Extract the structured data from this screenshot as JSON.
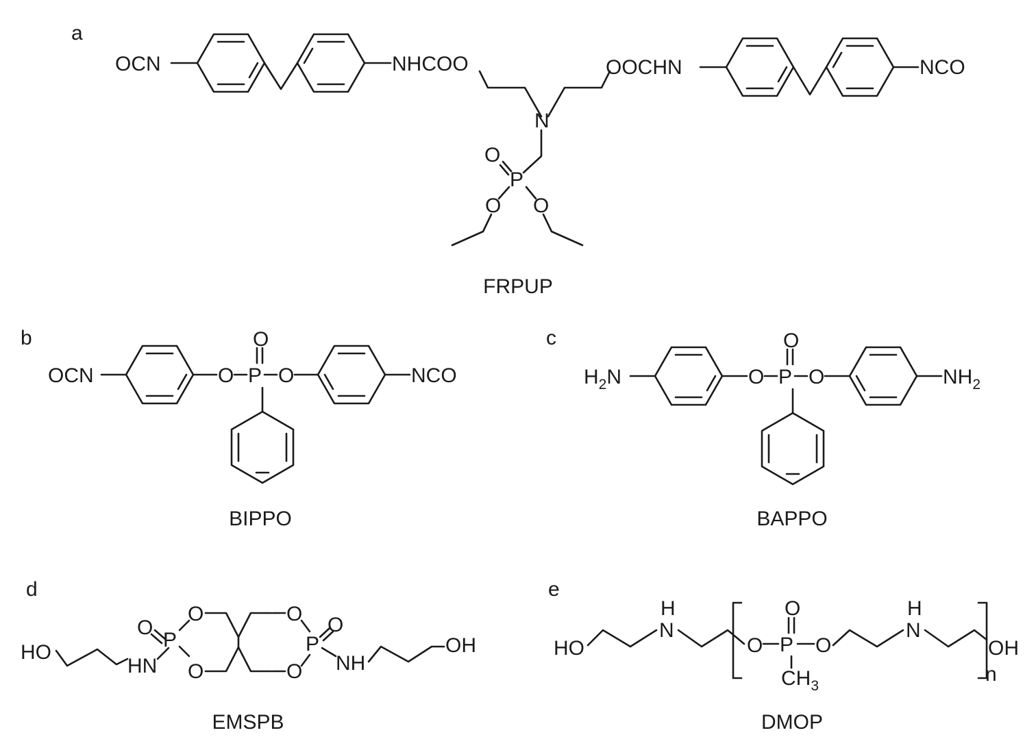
{
  "panels": [
    {
      "letter": "a",
      "caption": "FRPUP"
    },
    {
      "letter": "b",
      "caption": "BIPPO"
    },
    {
      "letter": "c",
      "caption": "BAPPO"
    },
    {
      "letter": "d",
      "caption": "EMSPB"
    },
    {
      "letter": "e",
      "caption": "DMOP"
    }
  ],
  "atoms": {
    "a": {
      "left_end": "OCN",
      "left_link": "NHCOO",
      "right_link": "OOCHN",
      "right_end": "NCO",
      "amine": "N",
      "phosphorus": "P",
      "oxygen": "O"
    },
    "b": {
      "left_end": "OCN",
      "right_end": "NCO",
      "phosphorus": "P",
      "oxygen": "O"
    },
    "c": {
      "amine_base": "H",
      "amine_sub": "2",
      "amine_tail": "N",
      "amine_right": "NH",
      "phosphorus": "P",
      "oxygen": "O"
    },
    "d": {
      "hydroxyl_left": "HO",
      "hydroxyl_right": "OH",
      "amide_left": "HN",
      "amide_right": "NH",
      "phosphorus": "P",
      "oxygen": "O"
    },
    "e": {
      "hydroxyl_left": "HO",
      "hydroxyl_right": "OH",
      "n_atom": "N",
      "h_atom": "H",
      "phosphorus": "P",
      "oxygen": "O",
      "methyl": "CH",
      "methyl_sub": "3",
      "repeat": "n"
    }
  }
}
